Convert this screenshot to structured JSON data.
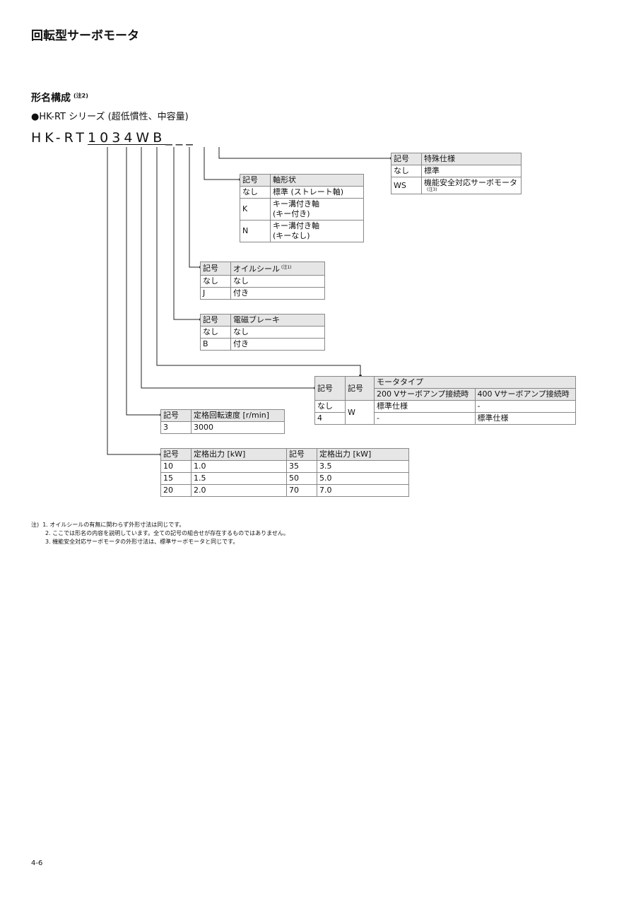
{
  "page_title": "回転型サーボモータ",
  "section_title": "形名構成",
  "section_note": "(注2)",
  "series_title": "●HK-RT シリーズ (超低慣性、中容量)",
  "model": {
    "prefix": "HK-RT",
    "digit1": "1",
    "digit2": "0",
    "digit3": "3",
    "digit4": "4",
    "voltage": "W",
    "brake": "B"
  },
  "special_table": {
    "headers": [
      "記号",
      "特殊仕様"
    ],
    "rows": [
      [
        "なし",
        "標準"
      ],
      [
        "WS",
        "機能安全対応サーボモータ"
      ]
    ],
    "note": "(注3)"
  },
  "shaft_table": {
    "headers": [
      "記号",
      "軸形状"
    ],
    "rows": [
      [
        "なし",
        "標準 (ストレート軸)",
        ""
      ],
      [
        "K",
        "キー溝付き軸",
        "(キー付き)"
      ],
      [
        "N",
        "キー溝付き軸",
        "(キーなし)"
      ]
    ]
  },
  "oil_table": {
    "headers": [
      "記号",
      "オイルシール"
    ],
    "note": "(注1)",
    "rows": [
      [
        "なし",
        "なし"
      ],
      [
        "J",
        "付き"
      ]
    ]
  },
  "brake_table": {
    "headers": [
      "記号",
      "電磁ブレーキ"
    ],
    "rows": [
      [
        "なし",
        "なし"
      ],
      [
        "B",
        "付き"
      ]
    ]
  },
  "motor_type_table": {
    "col1": "記号",
    "col2": "記号",
    "group": "モータタイプ",
    "sub1": "200 Vサーボアンプ接続時",
    "sub2": "400 Vサーボアンプ接続時",
    "rows": [
      [
        "なし",
        "標準仕様",
        "-"
      ],
      [
        "4",
        "-",
        "標準仕様"
      ]
    ],
    "shared": "W"
  },
  "speed_table": {
    "headers": [
      "記号",
      "定格回転速度 [r/min]"
    ],
    "rows": [
      [
        "3",
        "3000"
      ]
    ]
  },
  "output_table": {
    "headers": [
      "記号",
      "定格出力 [kW]",
      "記号",
      "定格出力 [kW]"
    ],
    "rows": [
      [
        "10",
        "1.0",
        "35",
        "3.5"
      ],
      [
        "15",
        "1.5",
        "50",
        "5.0"
      ],
      [
        "20",
        "2.0",
        "70",
        "7.0"
      ]
    ]
  },
  "notes": {
    "label": "注)",
    "items": [
      "1. オイルシールの有無に関わらず外形寸法は同じです。",
      "2. ここでは形名の内容を説明しています。全ての記号の組合せが存在するものではありません。",
      "3. 機能安全対応サーボモータの外形寸法は、標準サーボモータと同じです。"
    ]
  },
  "page_number": "4-6"
}
